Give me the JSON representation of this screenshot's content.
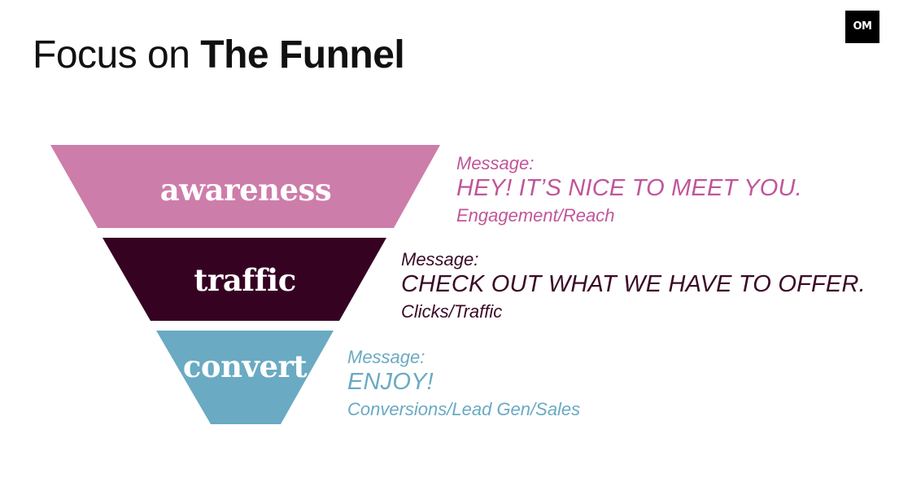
{
  "header": {
    "title_light": "Focus on ",
    "title_bold": "The Funnel",
    "logo_text": "OM"
  },
  "colors": {
    "awareness": "#cd7daa",
    "traffic": "#360222",
    "convert": "#6aaac3",
    "awareness_text": "#c0569a",
    "traffic_text": "#3a0a26",
    "convert_text": "#6aaac3"
  },
  "stages": [
    {
      "label": "awareness",
      "message_label": "Message:",
      "message": "HEY! IT’S NICE TO MEET YOU.",
      "metric": "Engagement/Reach"
    },
    {
      "label": "traffic",
      "message_label": "Message:",
      "message": "CHECK OUT WHAT WE HAVE TO OFFER.",
      "metric": "Clicks/Traffic"
    },
    {
      "label": "convert",
      "message_label": "Message:",
      "message": "ENJOY!",
      "metric": "Conversions/Lead Gen/Sales"
    }
  ]
}
